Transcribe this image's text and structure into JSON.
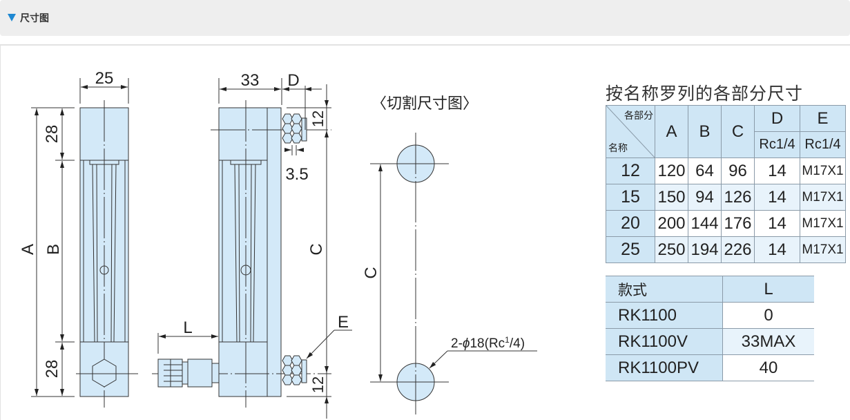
{
  "section": {
    "title": "尺寸图",
    "toggle_icon": "triangle-down-icon",
    "accent_color": "#1e88d2"
  },
  "drawing": {
    "front_view": {
      "width_label": "25",
      "top_label": "28",
      "bottom_label": "28",
      "overall_label": "A",
      "inner_label": "B"
    },
    "side_view": {
      "width_label": "33",
      "d_label": "D",
      "top_offset_label": "12",
      "bottom_offset_label": "12",
      "nut_label": "3.5",
      "c_label": "C",
      "l_label": "L",
      "e_label": "E"
    },
    "cutout": {
      "title": "〈切割尺寸图〉",
      "c_label": "C",
      "hole_label_prefix": "2-",
      "hole_label_phi": "ϕ",
      "hole_label_main": "18(Rc",
      "hole_label_sup": "1",
      "hole_label_end": "/4)"
    },
    "fill_color": "#d3e9f8"
  },
  "dim_table": {
    "title": "按名称罗列的各部分尺寸",
    "corner_top": "各部分",
    "corner_bottom": "名称",
    "headers": [
      "A",
      "B",
      "C",
      "D",
      "E"
    ],
    "subheaders": {
      "D": "Rc1/4",
      "E": "Rc1/4"
    },
    "rows": [
      {
        "name": "12",
        "A": "120",
        "B": "64",
        "C": "96",
        "D": "14",
        "E": "M17X1"
      },
      {
        "name": "15",
        "A": "150",
        "B": "94",
        "C": "126",
        "D": "14",
        "E": "M17X1"
      },
      {
        "name": "20",
        "A": "200",
        "B": "144",
        "C": "176",
        "D": "14",
        "E": "M17X1"
      },
      {
        "name": "25",
        "A": "250",
        "B": "194",
        "C": "226",
        "D": "14",
        "E": "M17X1"
      }
    ]
  },
  "model_table": {
    "headers": [
      "款式",
      "L"
    ],
    "rows": [
      {
        "model": "RK1100",
        "L": "0"
      },
      {
        "model": "RK1100V",
        "L": "33MAX"
      },
      {
        "model": "RK1100PV",
        "L": "40"
      }
    ]
  }
}
